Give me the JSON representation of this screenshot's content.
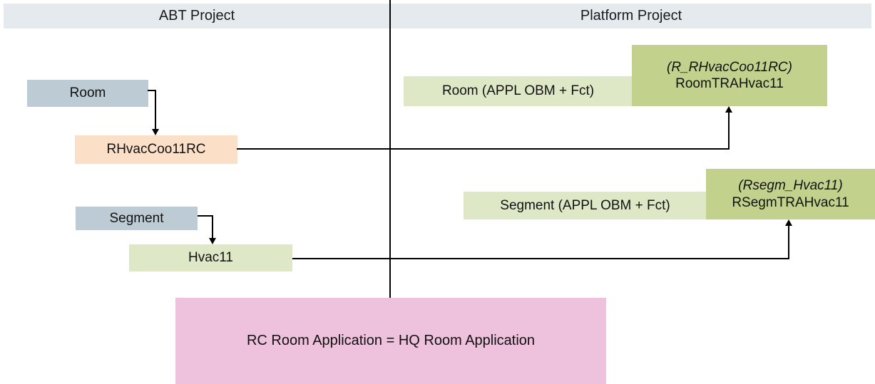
{
  "header": {
    "left_title": "ABT Project",
    "right_title": "Platform Project"
  },
  "abt_project": {
    "nodes": [
      {
        "id": "room",
        "label": "Room",
        "color": "#bdccd4"
      },
      {
        "id": "rhvaccoo11rc",
        "label": "RHvacCoo11RC",
        "color": "#fbdfc7"
      },
      {
        "id": "segment",
        "label": "Segment",
        "color": "#bdccd4"
      },
      {
        "id": "hvac11",
        "label": "Hvac11",
        "color": "#dfe8c6"
      }
    ]
  },
  "platform_project": {
    "nodes": [
      {
        "id": "room-appl",
        "label": "Room (APPL OBM + Fct)",
        "color": "#dfe8c6"
      },
      {
        "id": "room-tra",
        "line1": "(R_RHvacCoo11RC)",
        "line2": "RoomTRAHvac11",
        "color": "#c2d28c"
      },
      {
        "id": "segment-appl",
        "label": "Segment (APPL OBM + Fct)",
        "color": "#dfe8c6"
      },
      {
        "id": "rsegm-tra",
        "line1": "(Rsegm_Hvac11)",
        "line2": "RSegmTRAHvac11",
        "color": "#c2d28c"
      }
    ]
  },
  "footer": {
    "note": {
      "label": "RC Room Application = HQ Room Application",
      "color": "#eec1dd"
    }
  },
  "connectors": [
    {
      "id": "room-to-rhvaccoo11rc",
      "from": "room",
      "to": "rhvaccoo11rc",
      "style": "elbow-down-arrow"
    },
    {
      "id": "rhvaccoo11rc-to-room-tra",
      "from": "rhvaccoo11rc",
      "to": "room-tra",
      "style": "elbow-up-arrow"
    },
    {
      "id": "segment-to-hvac11",
      "from": "segment",
      "to": "hvac11",
      "style": "elbow-down-arrow"
    },
    {
      "id": "hvac11-to-rsegm-tra",
      "from": "hvac11",
      "to": "rsegm-tra",
      "style": "elbow-up-arrow"
    }
  ]
}
